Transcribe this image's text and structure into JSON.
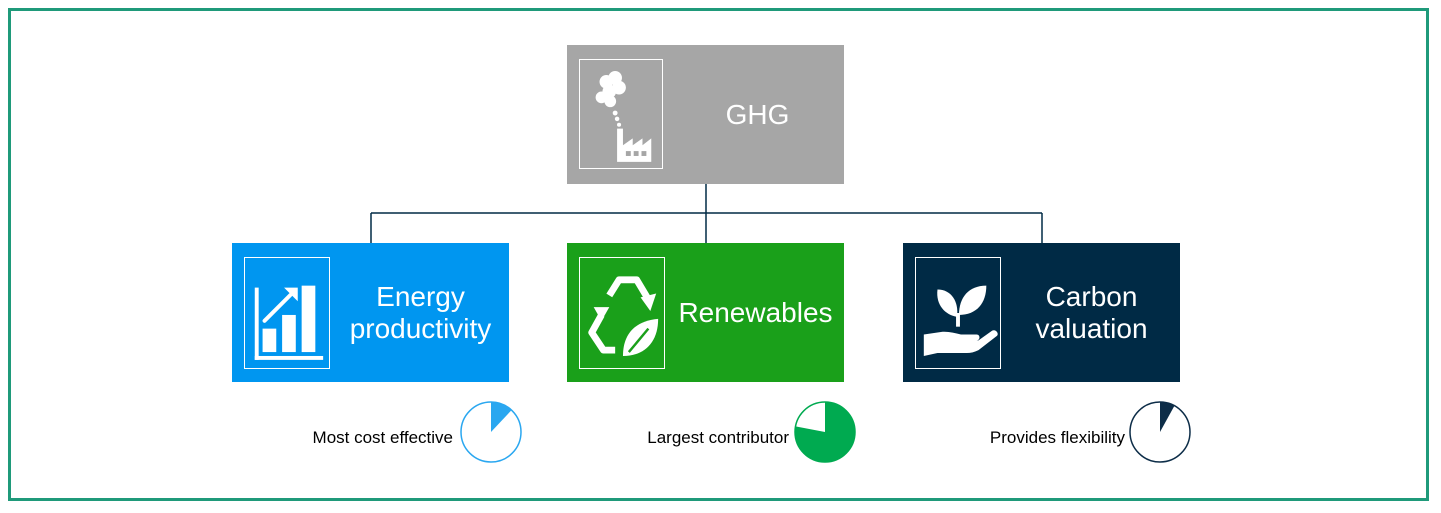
{
  "colors": {
    "frame": "#1f9a7a",
    "ghg": "#a6a6a6",
    "energy": "#0096f0",
    "renewables": "#1aa01a",
    "carbon": "#002a45",
    "connector": "#002a45",
    "pie_energy": "#2aa7f0",
    "pie_renewables": "#00aa50",
    "pie_carbon": "#0d2d48"
  },
  "top": {
    "label": "GHG",
    "icon": "factory-smoke-icon"
  },
  "levers": [
    {
      "label_line1": "Energy",
      "label_line2": "productivity",
      "icon": "bar-chart-growth-icon",
      "caption": "Most cost effective"
    },
    {
      "label_line1": "Renewables",
      "label_line2": "",
      "icon": "recycle-leaf-icon",
      "caption": "Largest contributor"
    },
    {
      "label_line1": "Carbon",
      "label_line2": "valuation",
      "icon": "hand-plant-icon",
      "caption": "Provides flexibility"
    }
  ],
  "chart_data": {
    "type": "pie",
    "categories": [
      "Energy productivity",
      "Renewables",
      "Carbon valuation"
    ],
    "values": [
      0.12,
      0.78,
      0.08
    ]
  }
}
